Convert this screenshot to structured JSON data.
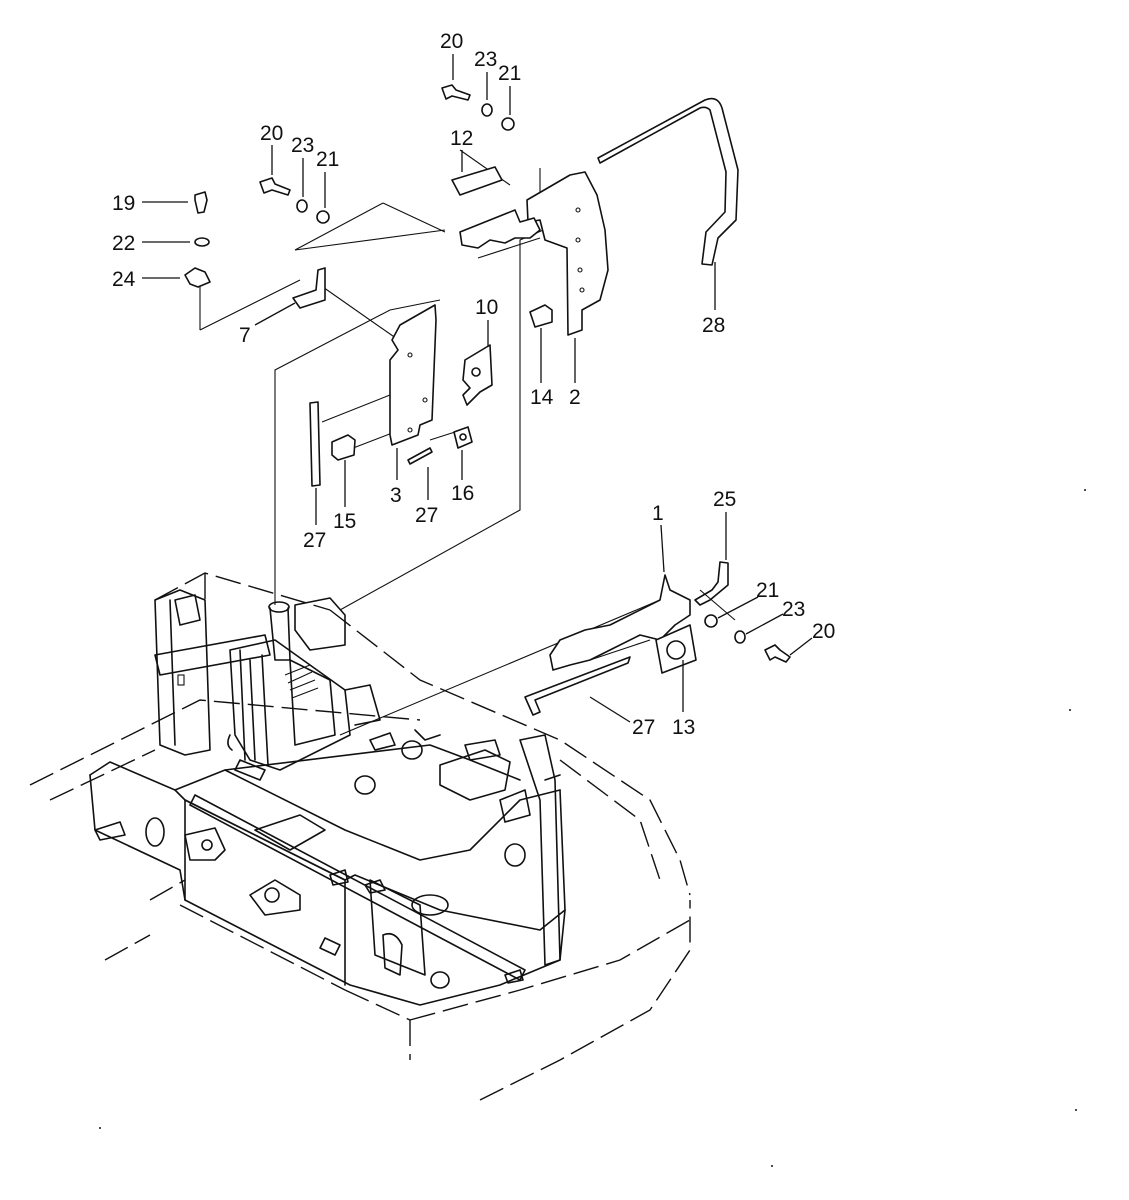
{
  "callouts": [
    {
      "id": "c20a",
      "text": "20"
    },
    {
      "id": "c23a",
      "text": "23"
    },
    {
      "id": "c21a",
      "text": "21"
    },
    {
      "id": "c12",
      "text": "12"
    },
    {
      "id": "c20b",
      "text": "20"
    },
    {
      "id": "c23b",
      "text": "23"
    },
    {
      "id": "c21b",
      "text": "21"
    },
    {
      "id": "c19",
      "text": "19"
    },
    {
      "id": "c22",
      "text": "22"
    },
    {
      "id": "c24",
      "text": "24"
    },
    {
      "id": "c7",
      "text": "7"
    },
    {
      "id": "c10",
      "text": "10"
    },
    {
      "id": "c14",
      "text": "14"
    },
    {
      "id": "c2",
      "text": "2"
    },
    {
      "id": "c28",
      "text": "28"
    },
    {
      "id": "c3",
      "text": "3"
    },
    {
      "id": "c15",
      "text": "15"
    },
    {
      "id": "c16",
      "text": "16"
    },
    {
      "id": "c27a",
      "text": "27"
    },
    {
      "id": "c27b",
      "text": "27"
    },
    {
      "id": "c1",
      "text": "1"
    },
    {
      "id": "c25",
      "text": "25"
    },
    {
      "id": "c21c",
      "text": "21"
    },
    {
      "id": "c23c",
      "text": "23"
    },
    {
      "id": "c20c",
      "text": "20"
    },
    {
      "id": "c27c",
      "text": "27"
    },
    {
      "id": "c13",
      "text": "13"
    }
  ]
}
